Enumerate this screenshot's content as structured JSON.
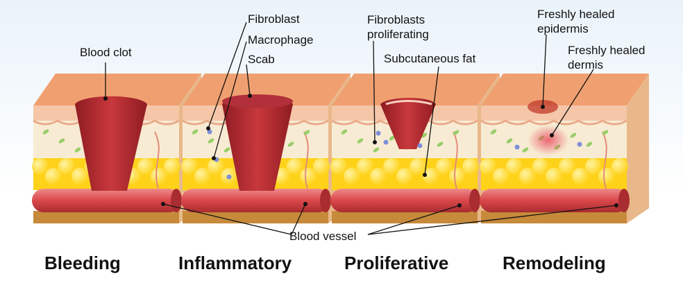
{
  "labels": {
    "blood_clot": "Blood clot",
    "fibroblast": "Fibroblast",
    "macrophage": "Macrophage",
    "scab": "Scab",
    "fibroblasts_proliferating_1": "Fibroblasts",
    "fibroblasts_proliferating_2": "proliferating",
    "subcutaneous_fat": "Subcutaneous fat",
    "healed_epidermis_1": "Freshly healed",
    "healed_epidermis_2": "epidermis",
    "healed_dermis_1": "Freshly healed",
    "healed_dermis_2": "dermis",
    "blood_vessel": "Blood vessel"
  },
  "stages": [
    {
      "title": "Bleeding"
    },
    {
      "title": "Inflammatory"
    },
    {
      "title": "Proliferative"
    },
    {
      "title": "Remodeling"
    }
  ],
  "colors": {
    "epidermis_top": "#f0a070",
    "epidermis_band": "#f5c6a8",
    "dermis": "#f7ecd3",
    "fat": "#ffd21a",
    "fat_highlight": "#fff3a0",
    "vessel": "#d9474a",
    "vessel_dark": "#a92c30",
    "clot": "#c8383c",
    "clot_dark": "#8e1c22",
    "base": "#c68a3a"
  }
}
